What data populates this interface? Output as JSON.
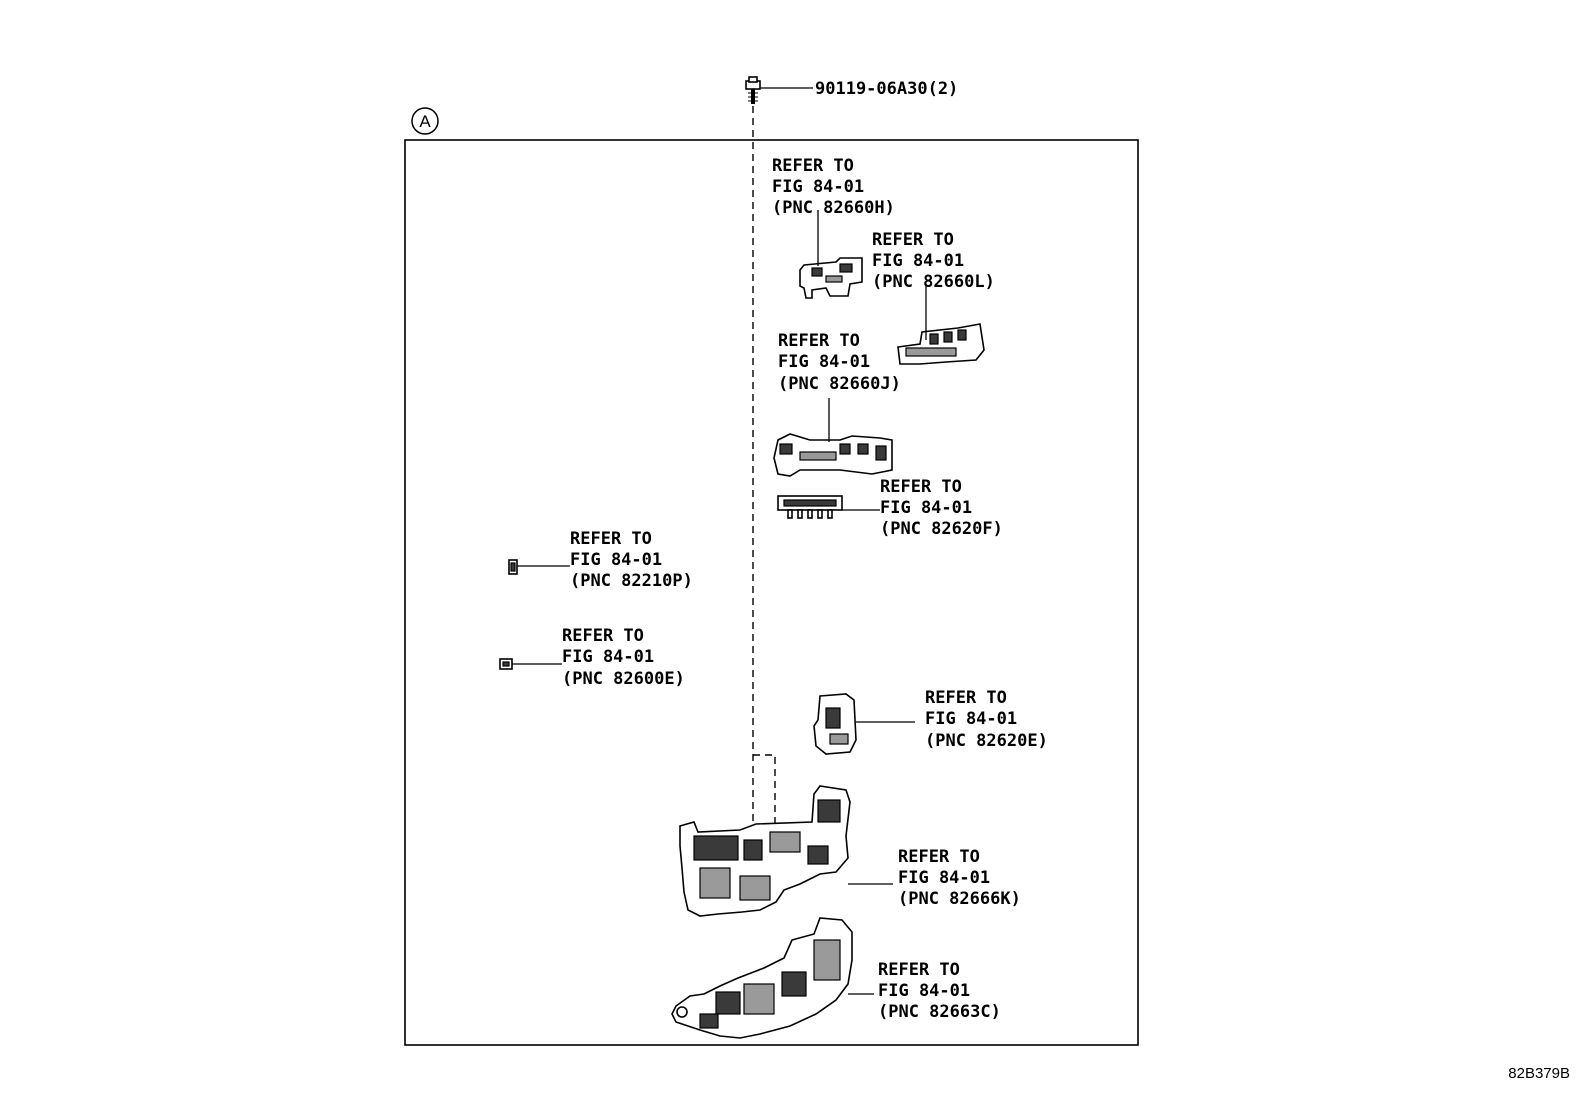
{
  "bolt": {
    "part_no": "90119-06A30(2)"
  },
  "view_marker": "A",
  "callouts": [
    {
      "id": "82660H",
      "l1": "REFER TO",
      "l2": "FIG 84-01",
      "l3": "(PNC 82660H)"
    },
    {
      "id": "82660L",
      "l1": "REFER TO",
      "l2": "FIG 84-01",
      "l3": "(PNC 82660L)"
    },
    {
      "id": "82660J",
      "l1": "REFER TO",
      "l2": "FIG 84-01",
      "l3": "(PNC 82660J)"
    },
    {
      "id": "82620F",
      "l1": "REFER TO",
      "l2": "FIG 84-01",
      "l3": "(PNC 82620F)"
    },
    {
      "id": "82210P",
      "l1": "REFER TO",
      "l2": "FIG 84-01",
      "l3": "(PNC 82210P)"
    },
    {
      "id": "82600E",
      "l1": "REFER TO",
      "l2": "FIG 84-01",
      "l3": "(PNC 82600E)"
    },
    {
      "id": "82620E",
      "l1": "REFER TO",
      "l2": "FIG 84-01",
      "l3": "(PNC 82620E)"
    },
    {
      "id": "82666K",
      "l1": "REFER TO",
      "l2": "FIG 84-01",
      "l3": "(PNC 82666K)"
    },
    {
      "id": "82663C",
      "l1": "REFER TO",
      "l2": "FIG 84-01",
      "l3": "(PNC 82663C)"
    }
  ],
  "drawing_code": "82B379B"
}
